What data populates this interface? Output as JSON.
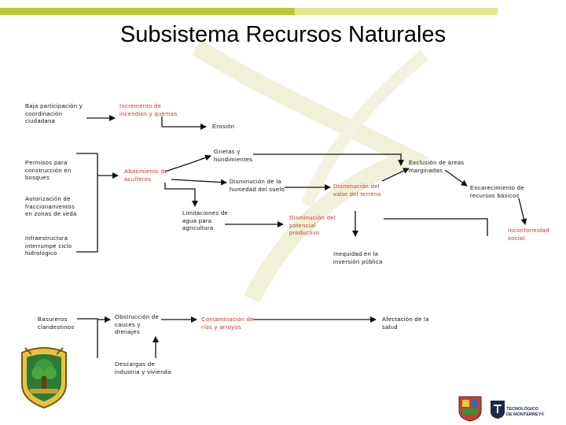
{
  "title": "Subsistema Recursos Naturales",
  "nodes": {
    "baja_participacion": "Baja participación y\ncoordinación\nciudadana",
    "incremento_incendios": "Incremento de\nincendios y quemas",
    "erosion": "Erosión",
    "permisos": "Permisos para\nconstrucción en\nbosques",
    "grietas": "Grietas y\nhundimientes",
    "exclusion": "Exclusión de áreas\nmarginadas",
    "abatimiento": "Abatimiento de\nacuíferos",
    "disminucion_humedad": "Disminución de la\nhumedad del suelo",
    "disminucion_valor": "Disminución del\nvalor del terreno",
    "encarecimiento": "Encarecimiento de\nrecursos básicos",
    "autorizacion": "Autorización de\nfraccionamientos\nen zonas de veda",
    "limitaciones": "Limitaciones de\nagua para\nagricultura",
    "disminucion_potencial": "Disminución del\npotencial\nproductivo",
    "inconformidad": "Inconformidad\nsocial",
    "infraestructura": "Infraestructura\ninterrumpe ciclo\nhidrológico",
    "inequidad": "Inequidad en la\ninversión pública",
    "basureros": "Basureros\nclandestinos",
    "obstruccion": "Obstrucción de\ncauces y\ndrenajes",
    "contaminacion": "Contaminación de\nríos y arroyos",
    "afectacion": "Afectación de la\nsalud",
    "descargas": "Descargas de\nindustria y vivienda"
  },
  "logos": {
    "tec_text": "TECNOLÓGICO\nDE MONTERREY®"
  },
  "colors": {
    "accent_band": "#b8c832",
    "accent_band_light": "#e2ea8c",
    "red_text": "#c0392b"
  }
}
